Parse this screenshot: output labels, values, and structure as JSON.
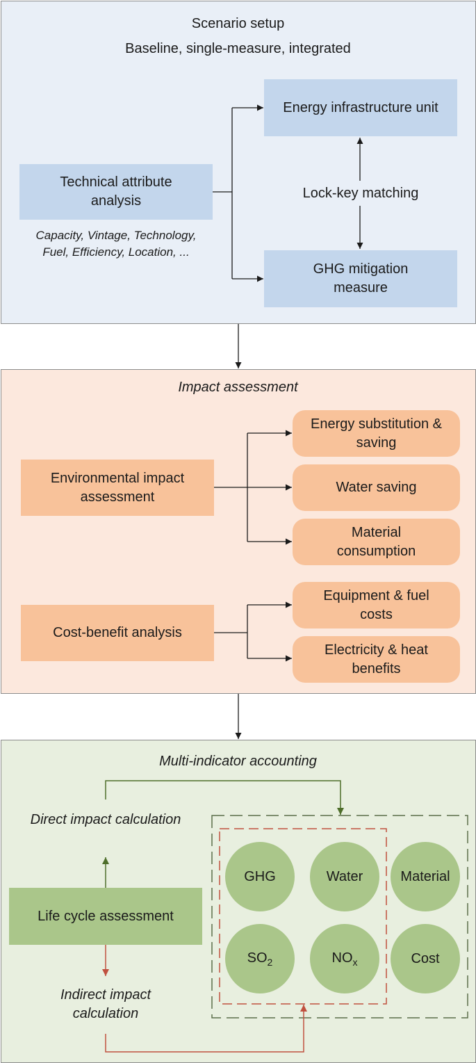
{
  "section1": {
    "title": "Scenario setup",
    "subtitle": "Baseline, single-measure, integrated",
    "technical_box": "Technical attribute analysis",
    "attributes_line1": "Capacity, Vintage, Technology,",
    "attributes_line2": "Fuel, Efficiency, Location, ...",
    "energy_unit_box": "Energy infrastructure unit",
    "ghg_measure_box": "GHG mitigation measure",
    "matching_label": "Lock-key matching",
    "colors": {
      "panel": "#e9eff7",
      "box": "#c3d6ec"
    }
  },
  "section2": {
    "title": "Impact assessment",
    "env_box": "Environmental impact assessment",
    "cost_box": "Cost-benefit analysis",
    "outputs": [
      "Energy substitution & saving",
      "Water saving",
      "Material consumption",
      "Equipment & fuel costs",
      "Electricity & heat benefits"
    ],
    "colors": {
      "panel": "#fce8dd",
      "box": "#f8c29a"
    }
  },
  "section3": {
    "title": "Multi-indicator accounting",
    "direct_label": "Direct impact calculation",
    "lca_box": "Life cycle assessment",
    "indirect_label": "Indirect impact calculation",
    "indicators": {
      "ghg": "GHG",
      "water": "Water",
      "material": "Material",
      "so2_base": "SO",
      "so2_sub": "2",
      "nox_base": "NO",
      "nox_sub": "x",
      "cost": "Cost"
    },
    "colors": {
      "panel": "#e8efdf",
      "box": "#aac68a",
      "direct_arrow": "#4e6e2a",
      "indirect_arrow": "#c0503f"
    }
  }
}
